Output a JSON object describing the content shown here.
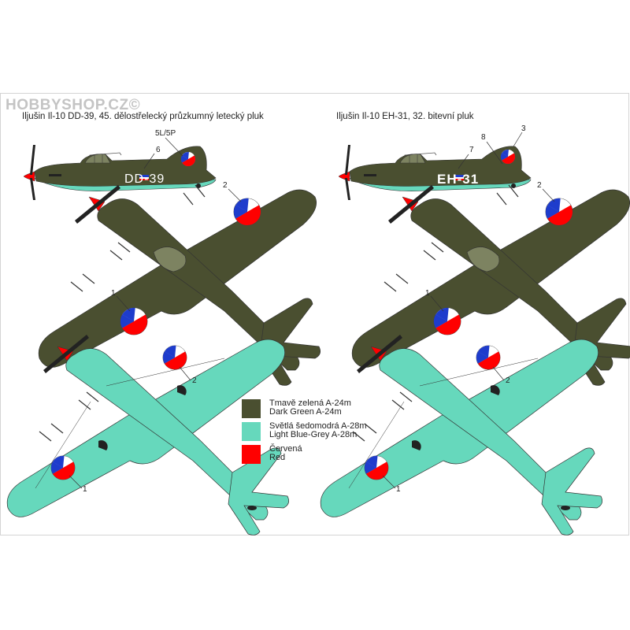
{
  "brand": "HOBBYSHOP.CZ©",
  "left_caption": "Iljušin Il-10 DD-39, 45. dělostřelecký průzkumný letecký pluk",
  "right_caption": "Iljušin Il-10 EH-31, 32. bitevní pluk",
  "left_aircraft": {
    "code": "DD-39",
    "callouts": {
      "side_roundel_note": "5L/5P",
      "code_ref": "6",
      "top_wing": "2",
      "top_left_wing": "1",
      "bottom_right_wing": "2",
      "bottom_left_wing": "1"
    }
  },
  "right_aircraft": {
    "code": "EH-31",
    "callouts": {
      "side_top": "3",
      "side_mid": "8",
      "code_ref": "7",
      "top_wing": "2",
      "top_left_wing": "1",
      "bottom_right_wing": "2",
      "bottom_left_wing": "1"
    }
  },
  "legend": [
    {
      "line1": "Tmavě zelená A-24m",
      "line2": "Dark Green A-24m",
      "color": "#4a4f30"
    },
    {
      "line1": "Světlá šedomodrá A-28m",
      "line2": "Light Blue-Grey A-28m",
      "color": "#66d8bc"
    },
    {
      "line1": "Červená",
      "line2": "Red",
      "color": "#ff0000"
    }
  ],
  "colors": {
    "dark_green": "#4a4f30",
    "light_blue_grey": "#66d8bc",
    "red": "#ff0000",
    "roundel_blue": "#1e3ccc"
  }
}
